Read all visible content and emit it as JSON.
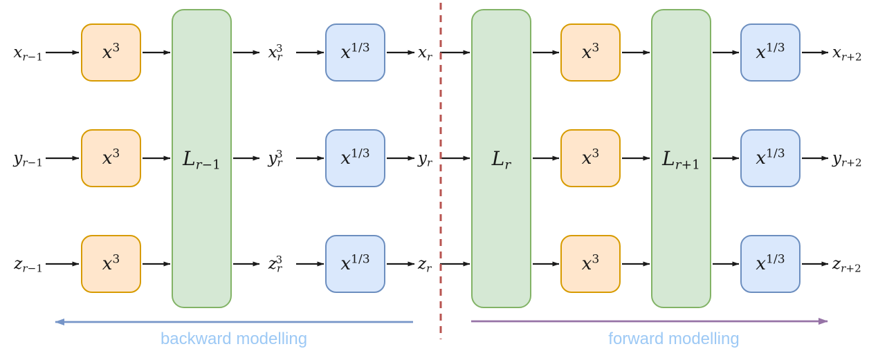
{
  "colors": {
    "orange_fill": "#FFE6CC",
    "orange_stroke": "#D79B00",
    "blue_fill": "#DAE8FC",
    "blue_stroke": "#6C8EBF",
    "green_fill": "#D5E8D4",
    "green_stroke": "#82B366",
    "divider": "#B85450",
    "backward_arrow": "#7695C8",
    "forward_arrow": "#9673A6",
    "section_label": "#9DC9F5"
  },
  "operators": {
    "cube": "x^3",
    "cube_root": "x^{1/3}",
    "l_prev": "L_{r−1}",
    "l_cur": "L_r",
    "l_next": "L_{r+1}"
  },
  "rows": [
    {
      "input": "x_{r−1}",
      "intermediate": "x_r^3",
      "mid": "x_r",
      "output": "x_{r+2}"
    },
    {
      "input": "y_{r−1}",
      "intermediate": "y_r^3",
      "mid": "y_r",
      "output": "y_{r+2}"
    },
    {
      "input": "z_{r−1}",
      "intermediate": "z_r^3",
      "mid": "z_r",
      "output": "z_{r+2}"
    }
  ],
  "sections": {
    "backward": "backward modelling",
    "forward": "forward modelling"
  }
}
